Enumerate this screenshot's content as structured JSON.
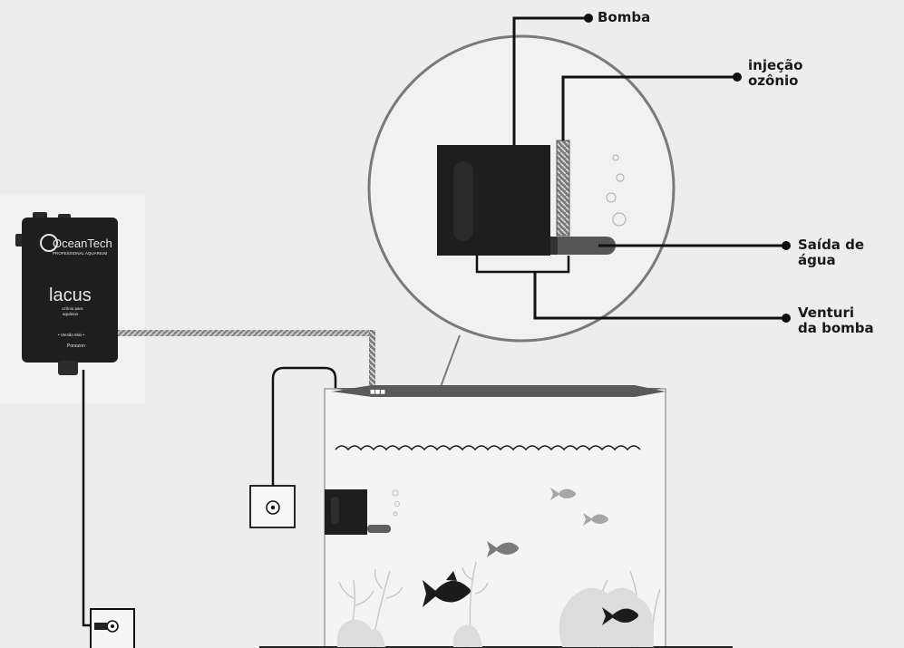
{
  "labels": {
    "pump": "Bomba",
    "ozone_line1": "injeção",
    "ozone_line2": "ozônio",
    "water_outlet": "Saída de água",
    "venturi_line1": "Venturi",
    "venturi_line2": "da bomba"
  },
  "device": {
    "brand": "OceanTech",
    "brand_tagline": "PROFESSIONAL AQUARIUM",
    "product": "lacus",
    "product_sub1": "ozônio para",
    "product_sub2": "aquários",
    "model": "• Versão Mini •",
    "maker": "Ponozon"
  },
  "colors": {
    "background": "#ededed",
    "line": "#111111",
    "device": "#1e1e1e",
    "fish": "#1b1b1b"
  }
}
